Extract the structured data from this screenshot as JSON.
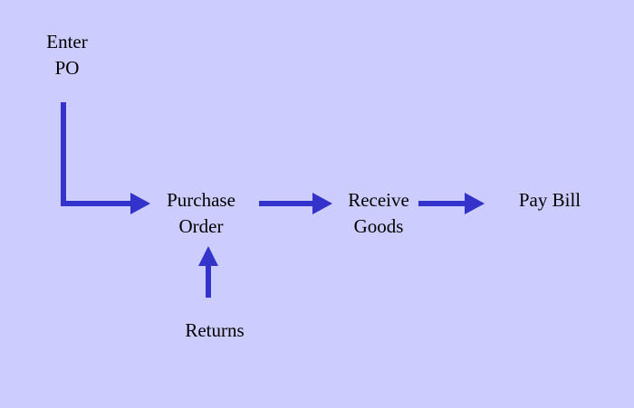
{
  "colors": {
    "background": "#ccccff",
    "arrow": "#3333cc",
    "text": "#000000"
  },
  "nodes": {
    "enter_po": {
      "line1": "Enter",
      "line2": "PO"
    },
    "purchase_order": {
      "line1": "Purchase",
      "line2": "Order"
    },
    "receive_goods": {
      "line1": "Receive",
      "line2": "Goods"
    },
    "pay_bill": {
      "line1": "Pay Bill"
    },
    "returns": {
      "line1": "Returns"
    }
  }
}
